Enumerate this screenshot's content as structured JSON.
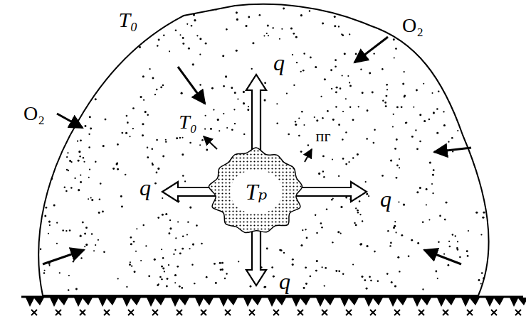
{
  "diagram": {
    "nodes": [
      {
        "text": [
          "Tₚ"
        ]
      }
    ],
    "labels": [
      "T₀",
      "O₂",
      "q",
      "O₂",
      "T₀",
      "пг",
      "q",
      "q",
      "q"
    ]
  }
}
